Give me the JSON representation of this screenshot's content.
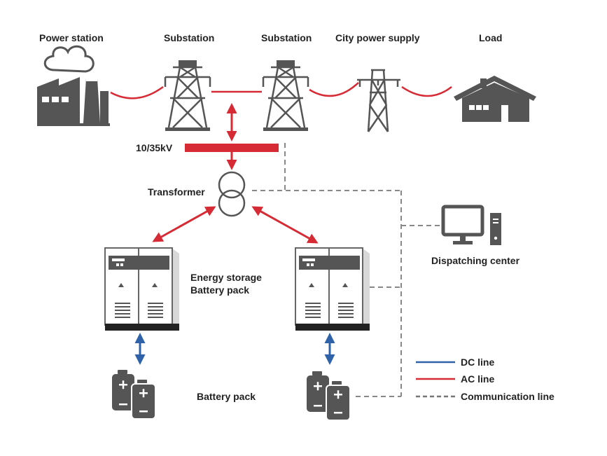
{
  "labels": {
    "power_station": "Power station",
    "substation_1": "Substation",
    "substation_2": "Substation",
    "city_power_supply": "City power supply",
    "load": "Load",
    "busbar_voltage": "10/35kV",
    "transformer": "Transformer",
    "dispatching_center": "Dispatching center",
    "energy_storage_line1": "Energy storage",
    "energy_storage_line2": "Battery pack",
    "battery_pack": "Battery pack"
  },
  "legend": [
    {
      "label": "DC line",
      "color": "#2f62a8",
      "style": "solid"
    },
    {
      "label": "AC line",
      "color": "#d62b35",
      "style": "solid"
    },
    {
      "label": "Communication line",
      "color": "#777777",
      "style": "dashed"
    }
  ],
  "colors": {
    "ac": "#d62b35",
    "dc": "#2f62a8",
    "comm": "#888888",
    "icon": "#555555"
  }
}
